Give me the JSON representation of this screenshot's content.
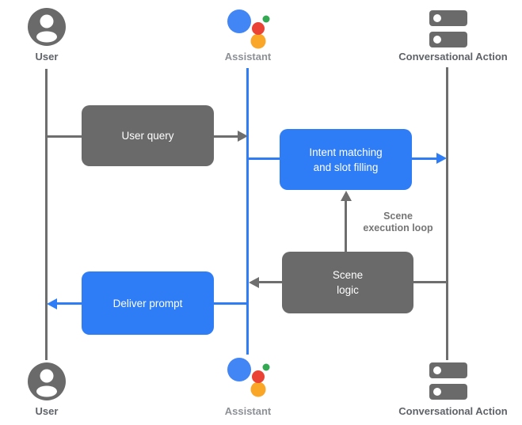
{
  "diagram": {
    "colors": {
      "box_gray": "#6a6a6a",
      "line_gray": "#6e6e6e",
      "blue": "#2e7df6",
      "label_dark": "#5f6368",
      "label_muted": "#8d9196",
      "annotation_gray": "#757575",
      "box_text": "#ffffff",
      "assistant_blue": "#4285f4",
      "assistant_red": "#ea4335",
      "assistant_green": "#34a853",
      "assistant_orange": "#faa627"
    },
    "lanes": {
      "top": {
        "user": "User",
        "assistant": "Assistant",
        "action": "Conversational Action"
      },
      "bottom": {
        "user": "User",
        "assistant": "Assistant",
        "action": "Conversational Action"
      }
    },
    "boxes": {
      "user_query": {
        "label": "User query"
      },
      "intent_matching": {
        "line1": "Intent matching",
        "line2": "and slot filling"
      },
      "scene_logic": {
        "line1": "Scene",
        "line2": "logic"
      },
      "deliver_prompt": {
        "label": "Deliver prompt"
      }
    },
    "annotations": {
      "loop": {
        "line1": "Scene",
        "line2": "execution loop"
      }
    }
  }
}
